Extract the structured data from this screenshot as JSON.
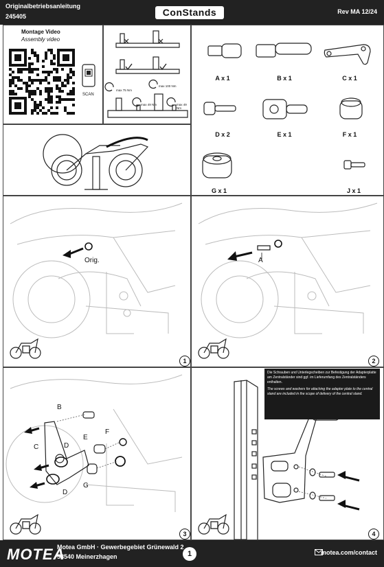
{
  "header": {
    "doc_title": "Originalbetriebsanleitung",
    "doc_number": "245405",
    "brand": "ConStands",
    "revision": "Rev MA 12/24"
  },
  "video": {
    "title": "Montage Video",
    "subtitle": "Assembly video",
    "scan_label": "SCAN"
  },
  "torque": {
    "t1": "max 75 Nm",
    "t2": "max 100 Nm",
    "t3": "max 49 Nm",
    "t4": "max 49 Nm"
  },
  "parts": [
    {
      "label": "A x 1"
    },
    {
      "label": "B x 1"
    },
    {
      "label": "C x 1"
    },
    {
      "label": "D x 2"
    },
    {
      "label": "E x 1"
    },
    {
      "label": "F x 1"
    },
    {
      "label": "G x 1"
    },
    {
      "label": "J x 1"
    }
  ],
  "steps": {
    "s1": {
      "num": "1",
      "callout": "Orig."
    },
    "s2": {
      "num": "2",
      "callout": "A"
    },
    "s3": {
      "num": "3",
      "callouts": [
        "B",
        "C",
        "D",
        "E",
        "F",
        "D",
        "G"
      ]
    },
    "s4": {
      "num": "4"
    }
  },
  "note": {
    "de": "Die Schrauben und Unterlegscheiben zur Befestigung der Adapterplatte am Zentralständer sind ggf. im Lieferumfang des Zentralständers enthalten.",
    "en": "The screws and washers for attaching the adapter plate to the central stand are included in the scope of delivery of the central stand."
  },
  "footer": {
    "brand": "MOTEA",
    "address_line1": "Motea GmbH · Gewerbegebiet Grünewald 2",
    "address_line2": "58540 Meinerzhagen",
    "page_number": "1",
    "website": "motea.com/contact"
  }
}
